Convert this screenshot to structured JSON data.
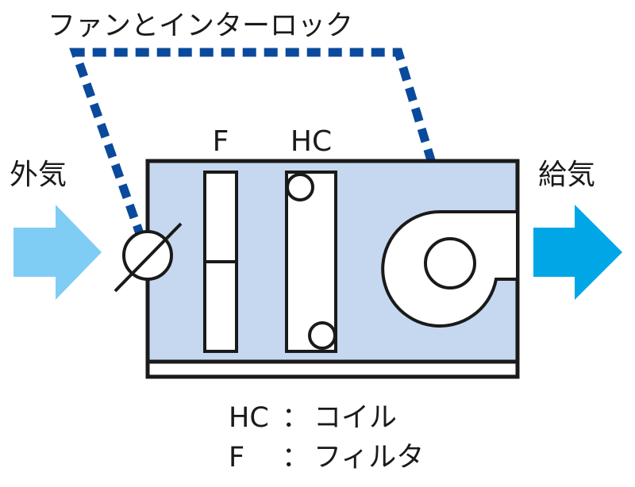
{
  "labels": {
    "interlock": "ファンとインターロック",
    "outside_air": "外気",
    "supply_air": "給気",
    "filter": "F",
    "heating_coil": "HC"
  },
  "legend": {
    "hc_key": "HC",
    "hc_sep": "：",
    "hc_value": "コイル",
    "f_key": "F",
    "f_sep": "：",
    "f_value": "フィルタ"
  },
  "colors": {
    "unit_fill": "#c5d8ef",
    "outline": "#1a1a1a",
    "interlock_line": "#0a4a9c",
    "inlet_arrow": "#7fcdf5",
    "outlet_arrow": "#00a6e6"
  }
}
